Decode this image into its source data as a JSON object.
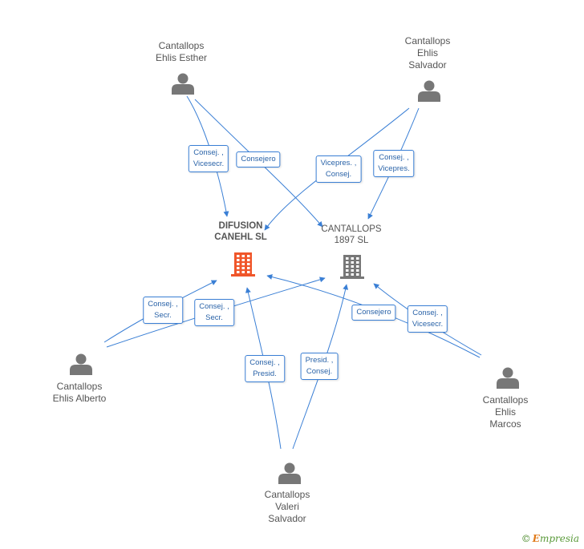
{
  "persons": [
    {
      "id": "p-esther",
      "lines": [
        "Cantallops",
        "Ehlis Esther"
      ]
    },
    {
      "id": "p-salvador-ehlis",
      "lines": [
        "Cantallops",
        "Ehlis",
        "Salvador"
      ]
    },
    {
      "id": "p-alberto",
      "lines": [
        "Cantallops",
        "Ehlis Alberto"
      ]
    },
    {
      "id": "p-marcos",
      "lines": [
        "Cantallops",
        "Ehlis",
        "Marcos"
      ]
    },
    {
      "id": "p-valeri",
      "lines": [
        "Cantallops",
        "Valeri",
        "Salvador"
      ]
    }
  ],
  "companies": [
    {
      "id": "c-difusion",
      "lines": [
        "DIFUSION",
        "CANEHL SL"
      ],
      "color": "#f0562a",
      "bold": true
    },
    {
      "id": "c-cantallops",
      "lines": [
        "CANTALLOPS",
        "1897 SL"
      ],
      "color": "#777777",
      "bold": false
    }
  ],
  "edges": [
    {
      "from": "p-esther",
      "to": "c-difusion",
      "lines": [
        "Consej. ,",
        "Vicesecr."
      ]
    },
    {
      "from": "p-esther",
      "to": "c-cantallops",
      "lines": [
        "Consejero"
      ]
    },
    {
      "from": "p-salvador-ehlis",
      "to": "c-difusion",
      "lines": [
        "Vicepres. ,",
        "Consej."
      ]
    },
    {
      "from": "p-salvador-ehlis",
      "to": "c-cantallops",
      "lines": [
        "Consej. ,",
        "Vicepres."
      ]
    },
    {
      "from": "p-alberto",
      "to": "c-difusion",
      "lines": [
        "Consej. ,",
        "Secr."
      ]
    },
    {
      "from": "p-alberto",
      "to": "c-cantallops",
      "lines": [
        "Consej. ,",
        "Secr."
      ]
    },
    {
      "from": "p-marcos",
      "to": "c-difusion",
      "lines": [
        "Consejero"
      ]
    },
    {
      "from": "p-marcos",
      "to": "c-cantallops",
      "lines": [
        "Consej. ,",
        "Vicesecr."
      ]
    },
    {
      "from": "p-valeri",
      "to": "c-difusion",
      "lines": [
        "Consej. ,",
        "Presid."
      ]
    },
    {
      "from": "p-valeri",
      "to": "c-cantallops",
      "lines": [
        "Presid. ,",
        "Consej."
      ]
    }
  ],
  "colors": {
    "edge": "#3a7fd5",
    "person_icon": "#777777"
  },
  "footer": {
    "copyright": "©",
    "brand_initial": "E",
    "brand_rest": "mpresia"
  }
}
